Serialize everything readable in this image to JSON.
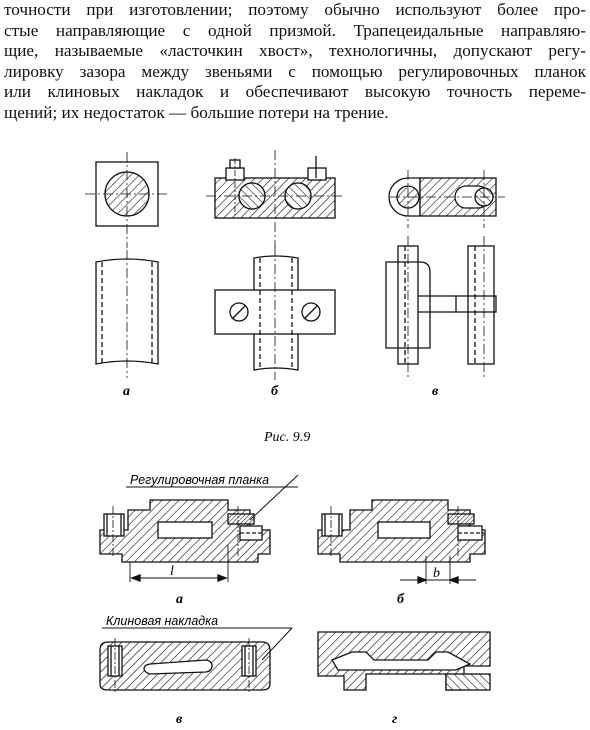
{
  "paragraph_lines": [
    "точности при изготовлении; поэтому обычно используют более про-",
    "стые направляющие с одной призмой. Трапецеидальные направляю-",
    "щие, называемые «ласточкин хвост», технологичны, допускают регу-",
    "лировку зазора между звеньями с помощью регулировочных планок",
    "или клиновых накладок и обеспечивают высокую точность переме-",
    "щений; их недостаток — большие потери на трение."
  ],
  "figure1": {
    "labels": [
      "а",
      "б",
      "в"
    ],
    "caption": "Рис. 9.9"
  },
  "figure2": {
    "callout_top": "Регулировочная планка",
    "callout_bottom": "Клиновая накладка",
    "dim_l": "l",
    "dim_b": "b",
    "labels": [
      "а",
      "б",
      "в",
      "г"
    ]
  }
}
